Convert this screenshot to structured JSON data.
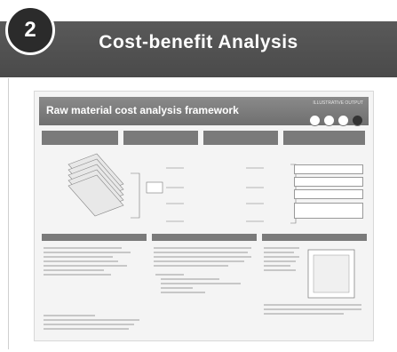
{
  "badge": "2",
  "title": "Cost-benefit Analysis",
  "slide": {
    "title": "Raw material cost analysis framework",
    "tag": "ILLUSTRATIVE OUTPUT"
  }
}
